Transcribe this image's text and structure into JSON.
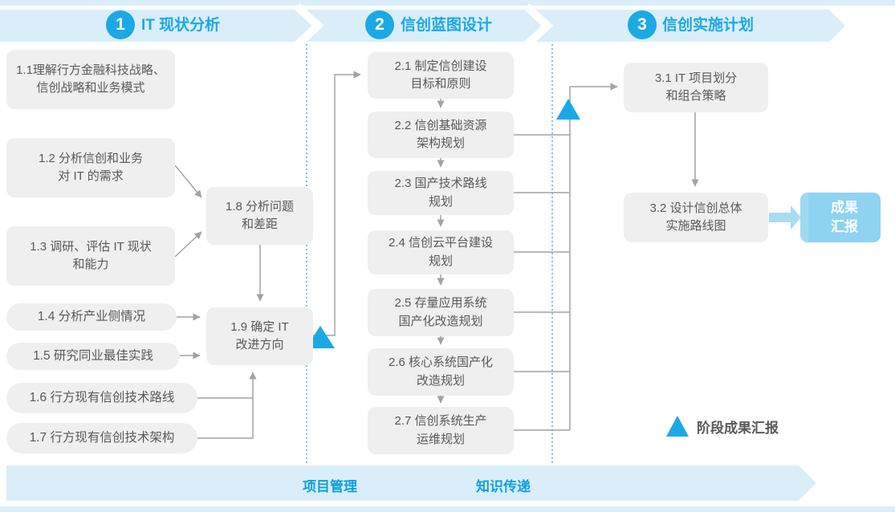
{
  "header": {
    "phases": [
      {
        "number": "1",
        "title": "IT 现状分析"
      },
      {
        "number": "2",
        "title": "信创蓝图设计"
      },
      {
        "number": "3",
        "title": "信创实施计划"
      }
    ]
  },
  "boxes": {
    "b11": "1.1理解行方金融科技战略、\n信创战略和业务模式",
    "b12": "1.2 分析信创和业务\n对 IT 的需求",
    "b13": "1.3 调研、评估 IT 现状\n和能力",
    "b14": "1.4 分析产业侧情况",
    "b15": "1.5 研究同业最佳实践",
    "b16": "1.6 行方现有信创技术路线",
    "b17": "1.7 行方现有信创技术架构",
    "b18": "1.8 分析问题\n和差距",
    "b19": "1.9 确定 IT\n改进方向",
    "b21": "2.1 制定信创建设\n目标和原则",
    "b22": "2.2 信创基础资源\n架构规划",
    "b23": "2.3 国产技术路线\n规划",
    "b24": "2.4 信创云平台建设\n规划",
    "b25": "2.5 存量应用系统\n国产化改造规划",
    "b26": "2.6 核心系统国产化\n改造规划",
    "b27": "2.7 信创系统生产\n运维规划",
    "b31": "3.1 IT 项目划分\n和组合策略",
    "b32": "3.2 设计信创总体\n实施路线图"
  },
  "result_box": "成果\n汇报",
  "legend": {
    "milestone_label": "阶段成果汇报"
  },
  "footer": {
    "left_label": "项目管理",
    "right_label": "知识传递"
  },
  "colors": {
    "accent_blue": "#1BA9E5",
    "band_blue": "#D9EEF9",
    "box_gray": "#EFEFEF",
    "text_gray": "#58595B",
    "line_gray": "#A1A3A6",
    "result_box_blue": "#8ED3F2"
  }
}
